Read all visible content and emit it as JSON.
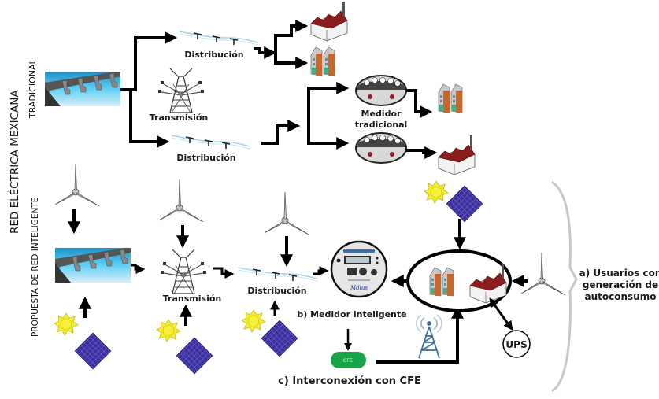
{
  "title": "RED ELÉCTRICA MEXICANA",
  "sections": {
    "traditional": "TRADICIONAL",
    "smart": "PROPUESTA DE RED INTELIGENTE"
  },
  "traditional": {
    "distribution_top": "Distribución",
    "transmission": "Transmisión",
    "distribution_bottom": "Distribución",
    "meter_line1": "Medidor",
    "meter_line2": "tradicional"
  },
  "smart": {
    "transmission": "Transmisión",
    "distribution": "Distribución",
    "smart_meter": "b) Medidor inteligente",
    "meter_brand": "Mdlus",
    "cfe_box": "CFE",
    "interconnection": "c) Interconexión con CFE",
    "ups": "UPS",
    "users_line1": "a) Usuarios con",
    "users_line2": "generación de",
    "users_line3": "autoconsumo"
  },
  "colors": {
    "arrow": "#000000",
    "water": "#3fb4e0",
    "solar_panel": "#3a2f9e",
    "sun": "#f5ee2a",
    "cfe_green": "#1aa44a",
    "antenna": "#3f6f9a",
    "factory_roof": "#8c1d1d",
    "brace": "#c8c8c8"
  }
}
